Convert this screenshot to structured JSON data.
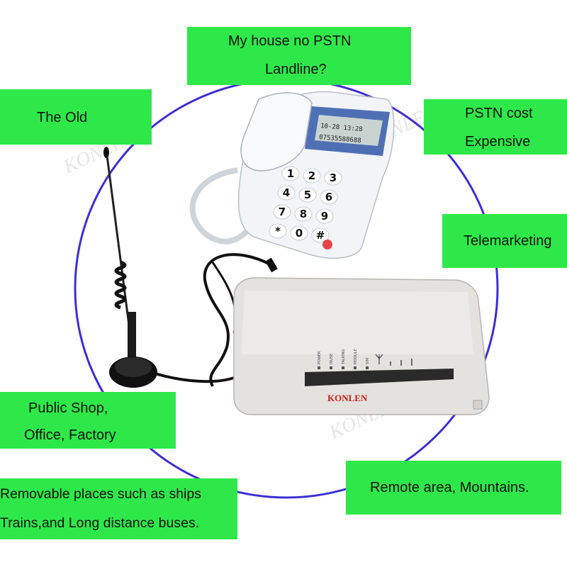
{
  "labels": {
    "top": {
      "line1": "My house no PSTN",
      "line2": "Landline?"
    },
    "old": {
      "line1": "The Old"
    },
    "pstn": {
      "line1": "PSTN cost",
      "line2": "Expensive"
    },
    "telemarketing": {
      "line1": "Telemarketing"
    },
    "public": {
      "line1": "Public Shop,",
      "line2": "Office, Factory"
    },
    "removable": {
      "line1": "Removable places such as ships",
      "line2": "Trains,and Long distance buses."
    },
    "remote": {
      "line1": "Remote area, Mountains."
    }
  },
  "device": {
    "brand": "KONLEN",
    "indicators": [
      "POWER",
      "INUSE",
      "TALKING",
      "MODULE",
      "SIM"
    ]
  },
  "phone": {
    "display_line1": "10-28 13:28",
    "display_line2": "07535588688",
    "keys": [
      "1",
      "2",
      "3",
      "4",
      "5",
      "6",
      "7",
      "8",
      "9",
      "*",
      "0",
      "#"
    ]
  },
  "watermark": "KONLEN",
  "colors": {
    "label_bg": "#2ee84a",
    "circle": "#3a2fd6",
    "brand": "#c81e1e"
  }
}
